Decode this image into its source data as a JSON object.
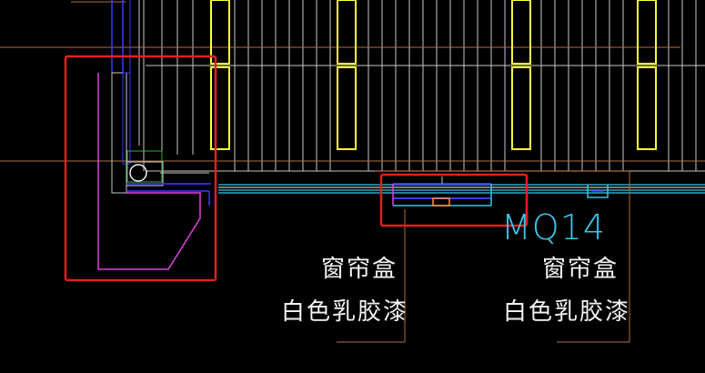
{
  "drawing": {
    "tag_label": "MQ14",
    "notes": [
      {
        "title": "窗帘盒",
        "finish": "白色乳胶漆"
      },
      {
        "title": "窗帘盒",
        "finish": "白色乳胶漆"
      }
    ]
  },
  "colors": {
    "background": "#000000",
    "highlight_box": "#e02020",
    "mullion": "#ffff40",
    "grid_line": "#c8c8c8",
    "magenta": "#e040e0",
    "blue": "#3a3aff",
    "cyan": "#3ec4e8",
    "orange": "#b07040",
    "green": "#30b030"
  }
}
